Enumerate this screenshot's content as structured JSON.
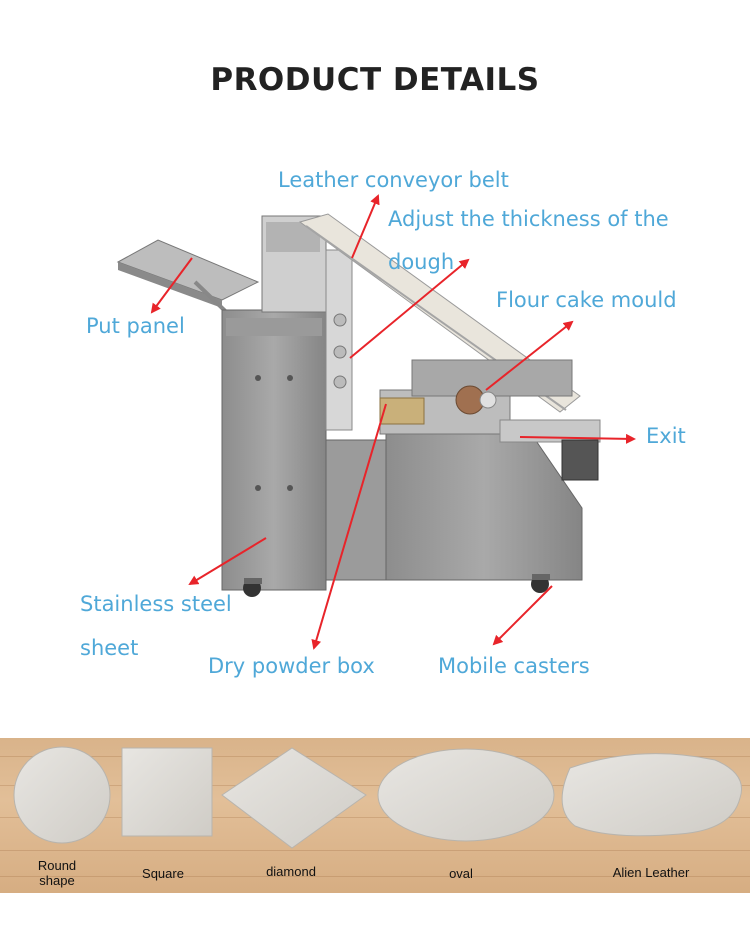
{
  "title": "PRODUCT DETAILS",
  "labels": {
    "leather_conveyor_belt": "Leather conveyor belt",
    "adjust_thickness_line1": "Adjust the thickness of the",
    "adjust_thickness_line2": "dough",
    "flour_cake_mould": "Flour cake mould",
    "put_panel": "Put panel",
    "exit": "Exit",
    "stainless_line1": "Stainless steel",
    "stainless_line2": "sheet",
    "dry_powder_box": "Dry powder box",
    "mobile_casters": "Mobile casters"
  },
  "shapes": [
    {
      "name": "Round shape"
    },
    {
      "name": "Square"
    },
    {
      "name": "diamond"
    },
    {
      "name": "oval"
    },
    {
      "name": "Alien Leather"
    }
  ],
  "colors": {
    "label": "#4fa8d8",
    "arrow": "#e8242a",
    "title": "#222222"
  }
}
